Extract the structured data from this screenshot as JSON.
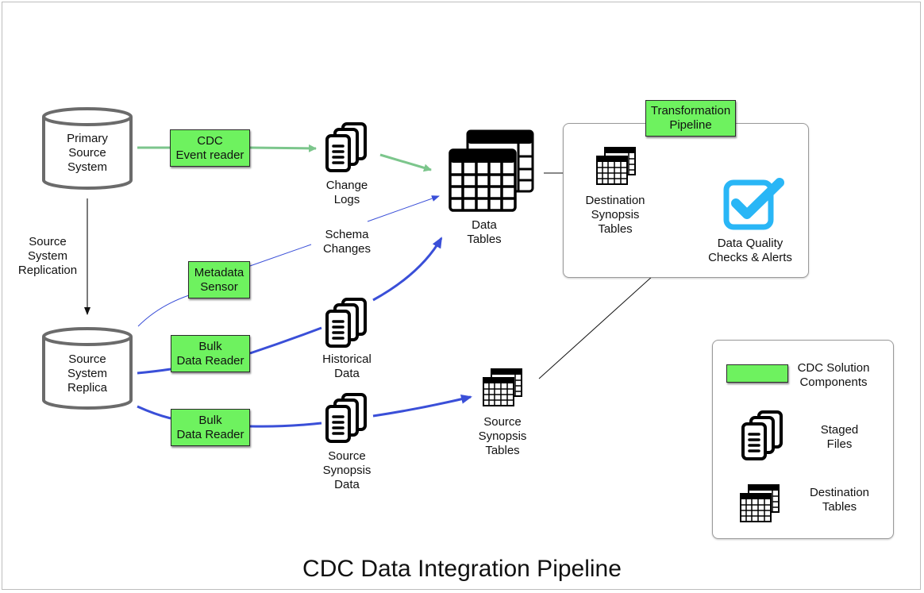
{
  "title": "CDC Data Integration Pipeline",
  "nodes": {
    "primary_source": "Primary\nSource\nSystem",
    "source_replica": "Source\nSystem\nReplica",
    "replication_label": "Source\nSystem\nReplication",
    "change_logs": "Change\nLogs",
    "schema_changes": "Schema\nChanges",
    "historical_data": "Historical\nData",
    "source_synopsis_data": "Source\nSynopsis\nData",
    "data_tables": "Data\nTables",
    "source_synopsis_tables": "Source\nSynopsis\nTables",
    "destination_synopsis_tables": "Destination\nSynopsis\nTables",
    "data_quality": "Data Quality\nChecks & Alerts"
  },
  "components": {
    "cdc_event_reader": "CDC\nEvent reader",
    "metadata_sensor": "Metadata\nSensor",
    "bulk_reader_1": "Bulk\nData Reader",
    "bulk_reader_2": "Bulk\nData Reader",
    "transformation_pipeline": "Transformation\nPipeline"
  },
  "legend": {
    "items": [
      {
        "icon": "green-component-box",
        "label": "CDC Solution\nComponents"
      },
      {
        "icon": "staged-files-icon",
        "label": "Staged\nFiles"
      },
      {
        "icon": "destination-tables-icon",
        "label": "Destination\nTables"
      }
    ]
  },
  "colors": {
    "component_fill": "#6ef25f",
    "cdc_flow": "#7cc68c",
    "bulk_flow": "#3a4fd8",
    "check_icon": "#29b6f6"
  }
}
